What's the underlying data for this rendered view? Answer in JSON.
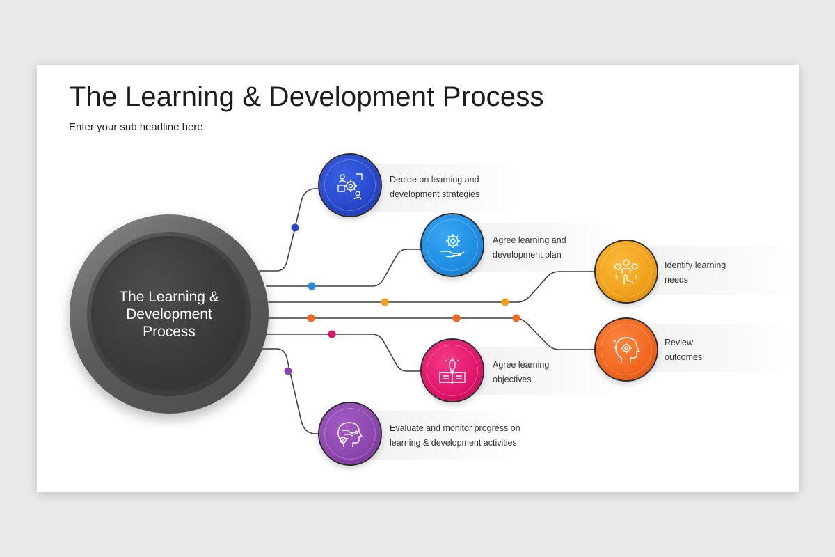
{
  "slide": {
    "title": "The Learning & Development Process",
    "subtitle": "Enter your sub headline here"
  },
  "hub": {
    "label": "The Learning &\nDevelopment\nProcess"
  },
  "steps": [
    {
      "text": "Decide on learning and\ndevelopment strategies",
      "color": "#2747c8",
      "icon": "strategy-gears-icon"
    },
    {
      "text": "Agree learning and\ndevelopment plan",
      "color": "#1e8ce0",
      "icon": "gear-hand-icon"
    },
    {
      "text": "Identify learning\nneeds",
      "color": "#f0a01a",
      "icon": "team-hand-icon"
    },
    {
      "text": "Review\noutcomes",
      "color": "#f2661e",
      "icon": "head-gear-icon"
    },
    {
      "text": "Agree learning\nobjectives",
      "color": "#e0156b",
      "icon": "book-lightbulb-icon"
    },
    {
      "text": "Evaluate and monitor progress on\nlearning & development activities",
      "color": "#8b45ac",
      "icon": "head-circuit-icon"
    }
  ],
  "connectors": {
    "line_color": "#3d3d3d",
    "dot_colors": [
      "#2747c8",
      "#1e8ce0",
      "#f0a01a",
      "#f2661e",
      "#e0156b",
      "#8b45ac"
    ]
  }
}
